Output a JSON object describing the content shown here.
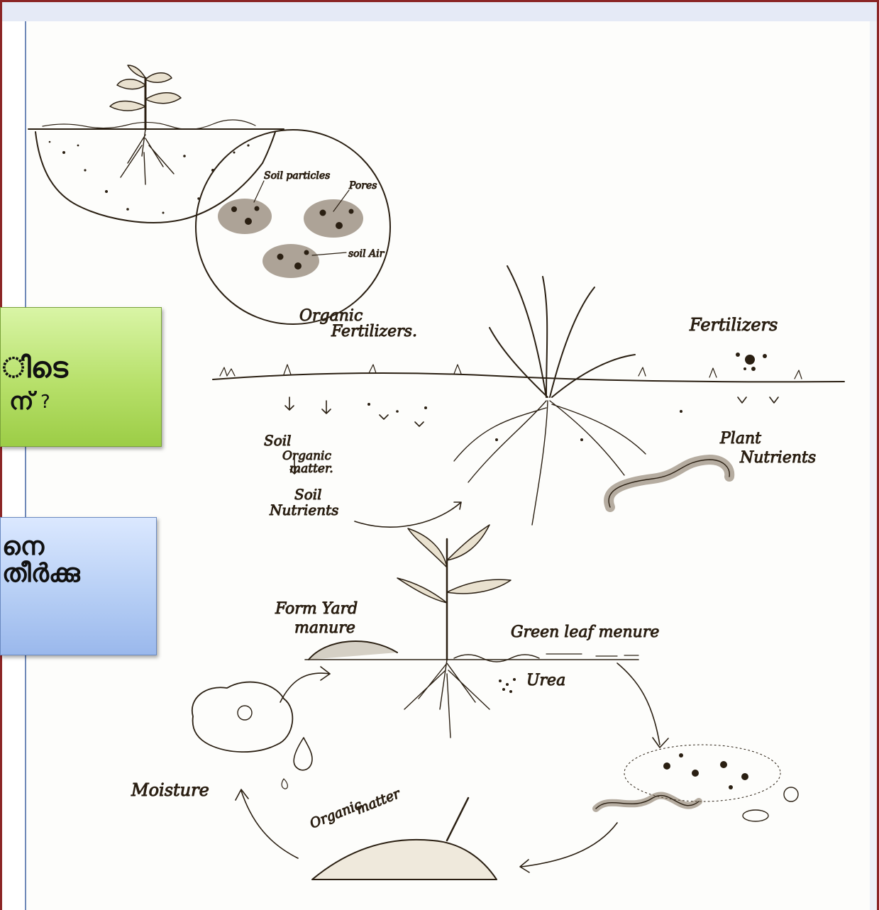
{
  "callouts": {
    "green": {
      "line1": "ിടെ",
      "line2": "ന്",
      "qmark": "?"
    },
    "blue": {
      "line1": "നെ",
      "line2": "തീർക്കു"
    }
  },
  "diagram": {
    "soil_section": {
      "labels": {
        "soil_particles": "Soil particles",
        "pores": "Pores",
        "soil_air": "soil Air"
      }
    },
    "nutrients_section": {
      "labels": {
        "organic_fertilizers_1": "Organic",
        "organic_fertilizers_2": "Fertilizers.",
        "fertilizers": "Fertilizers",
        "soil": "Soil",
        "organic_matter_1": "Organic",
        "organic_matter_2": "matter.",
        "soil_nutrients_1": "Soil",
        "soil_nutrients_2": "Nutrients",
        "plant_nutrients_1": "Plant",
        "plant_nutrients_2": "Nutrients"
      }
    },
    "cycle_section": {
      "labels": {
        "farm_yard_1": "Form Yard",
        "farm_yard_2": "manure",
        "green_leaf": "Green leaf menure",
        "urea": "Urea",
        "moisture": "Moisture",
        "organic_matter_1": "Organic",
        "organic_matter_2": "matter"
      }
    }
  },
  "colors": {
    "frame": "#8b2525",
    "green_box": "#b7e06a",
    "blue_box": "#b7cff5",
    "ink": "#2a1f12"
  }
}
